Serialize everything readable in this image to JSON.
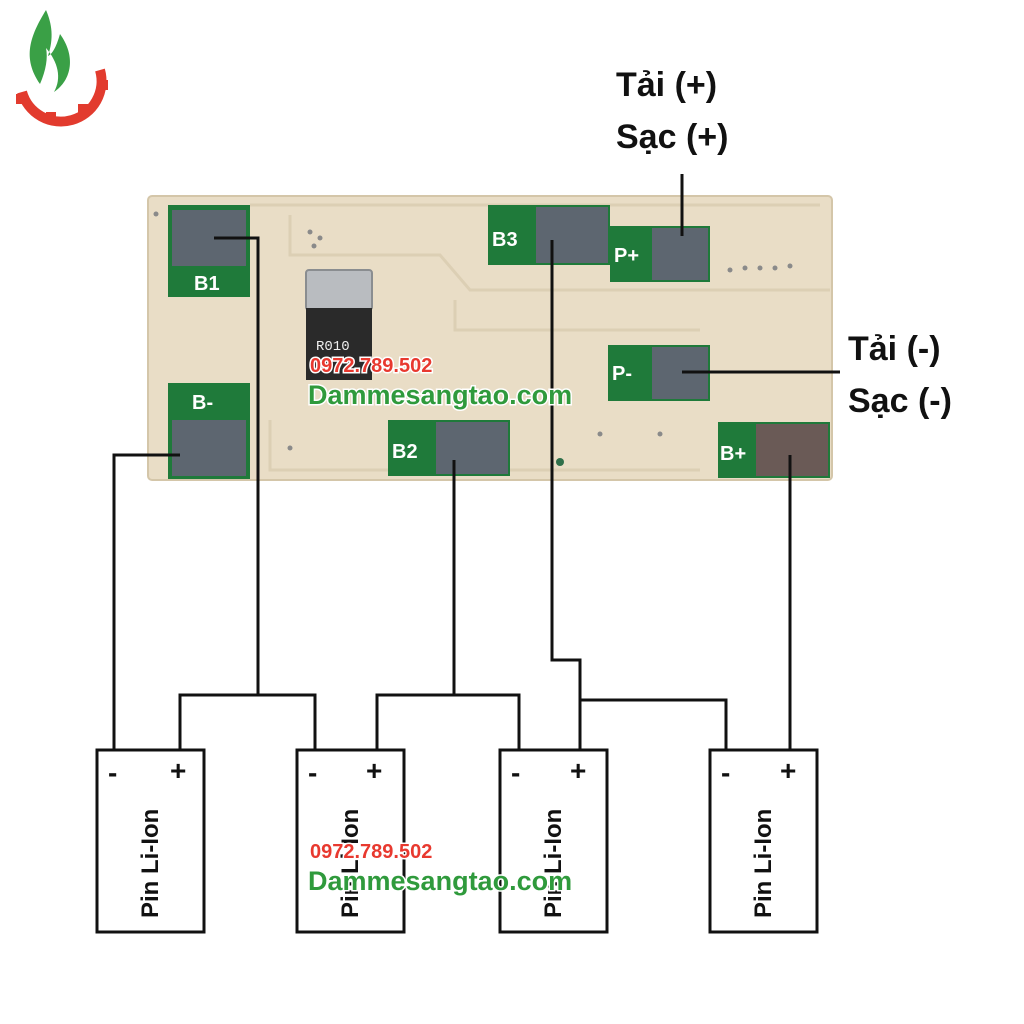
{
  "logo": {
    "icon": "flame-gear-logo-icon"
  },
  "pcb": {
    "resistor_code": "R010",
    "pads": {
      "b1": "B1",
      "b_minus": "B-",
      "b2": "B2",
      "b3": "B3",
      "p_plus": "P+",
      "p_minus": "P-",
      "b_plus": "B+"
    }
  },
  "labels": {
    "load_plus": "Tải  (+)",
    "charge_plus": "Sạc (+)",
    "load_minus": "Tải  (-)",
    "charge_minus": "Sạc (-)"
  },
  "cells": [
    {
      "minus": "-",
      "plus": "+",
      "label": "Pin Li-Ion"
    },
    {
      "minus": "-",
      "plus": "+",
      "label": "Pin Li-Ion"
    },
    {
      "minus": "-",
      "plus": "+",
      "label": "Pin Li-Ion"
    },
    {
      "minus": "-",
      "plus": "+",
      "label": "Pin Li-Ion"
    }
  ],
  "watermark": {
    "phone": "0972.789.502",
    "site": "Dammesangtao.com"
  },
  "colors": {
    "board": "#e9ddc6",
    "pad_green": "#1f7a3a",
    "solder": "#5d6670",
    "wire": "#111111",
    "phone_red": "#e8392f",
    "site_green": "#2f9a3c",
    "logo_red": "#e23b2e",
    "logo_green": "#3aa046"
  }
}
